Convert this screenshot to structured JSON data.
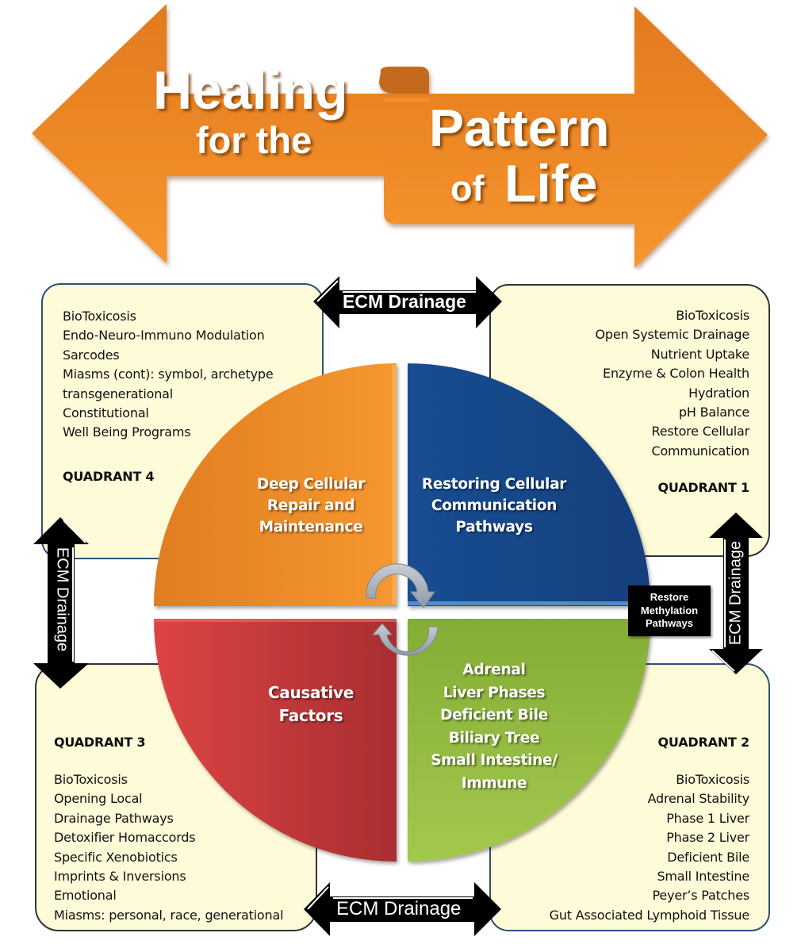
{
  "title": {
    "line1": "Healing",
    "line2": "for the",
    "line3": "Pattern",
    "line4_small": "of",
    "line4_big": "Life"
  },
  "colors": {
    "banner_orange": "#f08a24",
    "box_fill": "#fefbd9",
    "box_border": "#2f5279",
    "q4_orange": "#f39228",
    "q1_blue": "#184a8e",
    "q3_red": "#c83838",
    "q2_green": "#8cbb3a",
    "cycle_arrow": "#a8b0bc"
  },
  "connectors": {
    "top": "ECM Drainage",
    "bottom": "ECM Drainage",
    "left": "ECM Drainage",
    "right": "ECM Drainage",
    "methylation": [
      "Restore",
      "Methylation",
      "Pathways"
    ]
  },
  "quadrants": {
    "q4": {
      "label": "QUADRANT 4",
      "items": [
        "BioToxicosis",
        "Endo-Neuro-Immuno Modulation",
        "Sarcodes",
        "Miasms (cont): symbol, archetype",
        "transgenerational",
        "Constitutional",
        "Well Being Programs"
      ],
      "wedge": [
        "Deep Cellular",
        "Repair and",
        "Maintenance"
      ]
    },
    "q1": {
      "label": "QUADRANT 1",
      "items": [
        "BioToxicosis",
        "Open Systemic Drainage",
        "Nutrient Uptake",
        "Enzyme & Colon Health",
        "Hydration",
        "pH Balance",
        "Restore Cellular",
        "Communication"
      ],
      "wedge": [
        "Restoring Cellular",
        "Communication",
        "Pathways"
      ]
    },
    "q3": {
      "label": "QUADRANT 3",
      "items": [
        "BioToxicosis",
        "Opening Local",
        "Drainage Pathways",
        "Detoxifier Homaccords",
        "Specific Xenobiotics",
        "Imprints & Inversions",
        "Emotional",
        "Miasms: personal, race, generational"
      ],
      "wedge": [
        "Causative",
        "Factors"
      ]
    },
    "q2": {
      "label": "QUADRANT 2",
      "items": [
        "BioToxicosis",
        "Adrenal Stability",
        "Phase 1 Liver",
        "Phase 2 Liver",
        "Deficient Bile",
        "Small Intestine",
        "Peyer’s Patches",
        "Gut Associated Lymphoid Tissue"
      ],
      "wedge": [
        "Adrenal",
        "Liver Phases",
        "Deficient Bile",
        "Biliary Tree",
        "Small Intestine/",
        "Immune"
      ]
    }
  }
}
